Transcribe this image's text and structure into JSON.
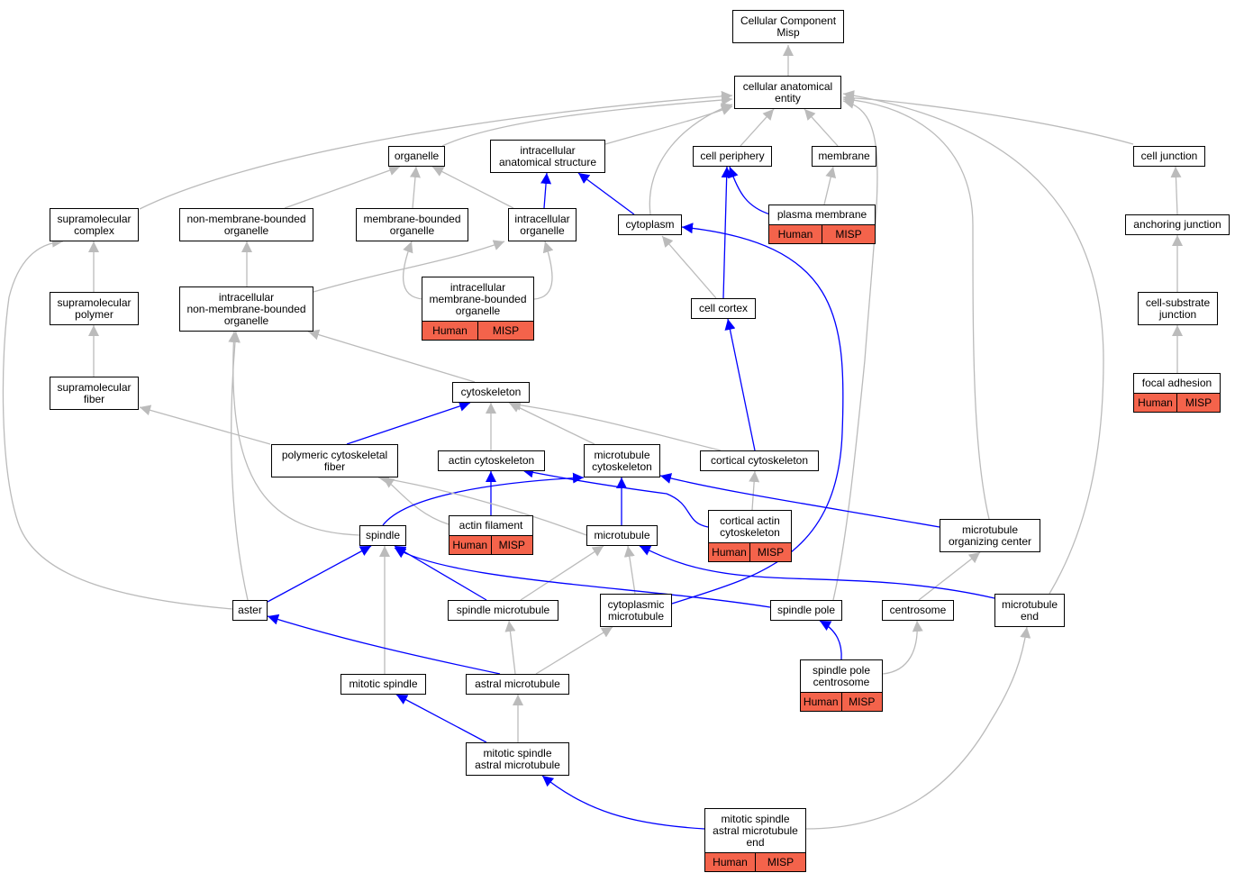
{
  "colors": {
    "is_a": "#bbbbbb",
    "part_of": "#0000ff",
    "annotation_fill": "#f4634b"
  },
  "nodes": {
    "root": "Cellular Component\nMisp",
    "cae": "cellular anatomical\nentity",
    "organelle": "organelle",
    "ias": "intracellular\nanatomical structure",
    "cell_periphery": "cell periphery",
    "membrane": "membrane",
    "cell_junction": "cell junction",
    "supra_complex": "supramolecular\ncomplex",
    "nmbo": "non-membrane-bounded\norganelle",
    "mbo": "membrane-bounded\norganelle",
    "intra_org": "intracellular\norganelle",
    "cytoplasm": "cytoplasm",
    "plasma_membrane": "plasma membrane",
    "anchoring_junction": "anchoring junction",
    "supra_polymer": "supramolecular\npolymer",
    "inmbo": "intracellular\nnon-membrane-bounded\norganelle",
    "imbo": "intracellular\nmembrane-bounded\norganelle",
    "cell_cortex": "cell cortex",
    "cell_substrate_junction": "cell-substrate\njunction",
    "supra_fiber": "supramolecular\nfiber",
    "cytoskeleton": "cytoskeleton",
    "focal_adhesion": "focal adhesion",
    "polymeric_fiber": "polymeric cytoskeletal\nfiber",
    "actin_cyto": "actin cytoskeleton",
    "mt_cyto": "microtubule\ncytoskeleton",
    "cortical_cyto": "cortical cytoskeleton",
    "actin_filament": "actin filament",
    "spindle": "spindle",
    "microtubule": "microtubule",
    "cortical_actin": "cortical actin\ncytoskeleton",
    "mtoc": "microtubule\norganizing center",
    "aster": "aster",
    "spindle_mt": "spindle microtubule",
    "cyto_mt": "cytoplasmic\nmicrotubule",
    "spindle_pole": "spindle pole",
    "centrosome": "centrosome",
    "mt_end": "microtubule\nend",
    "spindle_pole_centrosome": "spindle pole\ncentrosome",
    "mitotic_spindle": "mitotic spindle",
    "astral_mt": "astral microtubule",
    "mitotic_astral_mt": "mitotic spindle\nastral microtubule",
    "mitotic_astral_mt_end": "mitotic spindle\nastral microtubule\nend"
  },
  "annotations": {
    "species": "Human",
    "gene": "MISP"
  }
}
